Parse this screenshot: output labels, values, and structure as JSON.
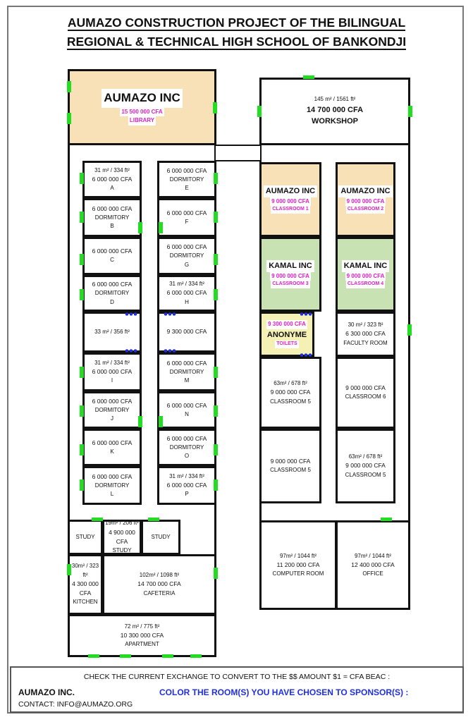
{
  "title": {
    "line1": "AUMAZO CONSTRUCTION PROJECT OF THE BILINGUAL",
    "line2": "REGIONAL & TECHNICAL HIGH SCHOOL OF BANKONDJI"
  },
  "colors": {
    "sponsored_aumazo": "#f8e1b6",
    "sponsored_kamal": "#c8e2b4",
    "sponsored_anonyme": "#f5f1b4",
    "price_accent": "#e020c8",
    "blue_text": "#1f2fe0"
  },
  "rooms": {
    "library": {
      "sponsor": "AUMAZO INC",
      "price": "15 500 000 CFA",
      "name": "LIBRARY"
    },
    "workshop": {
      "area": "145 m² / 1561 ft²",
      "price": "14 700 000 CFA",
      "name": "WORKSHOP"
    },
    "dorm_a": {
      "area": "31 m² / 334 ft²",
      "price": "6 000 000 CFA",
      "letter": "A"
    },
    "dorm_b": {
      "price": "6 000 000 CFA",
      "name": "DORMITORY",
      "letter": "B"
    },
    "dorm_c": {
      "price": "6 000 000 CFA",
      "letter": "C"
    },
    "dorm_d": {
      "price": "6 000 000 CFA",
      "name": "DORMITORY",
      "letter": "D"
    },
    "dorm_e": {
      "price": "6 000 000 CFA",
      "name": "DORMITORY",
      "letter": "E"
    },
    "dorm_f": {
      "price": "6 000 000 CFA",
      "letter": "F"
    },
    "dorm_g": {
      "price": "6 000 000 CFA",
      "name": "DORMITORY",
      "letter": "G"
    },
    "dorm_h": {
      "area": "31 m² / 334 ft²",
      "price": "6 000 000 CFA",
      "letter": "H"
    },
    "toilet_left": {
      "area": "33 m² / 356 ft²"
    },
    "toilet_right": {
      "price": "9 300 000 CFA"
    },
    "dorm_i": {
      "area": "31 m² / 334 ft²",
      "price": "6 000 000 CFA",
      "letter": "I"
    },
    "dorm_j": {
      "price": "6 000 000 CFA",
      "name": "DORMITORY",
      "letter": "J"
    },
    "dorm_k": {
      "price": "6 000 000 CFA",
      "letter": "K"
    },
    "dorm_l": {
      "price": "6 000 000 CFA",
      "name": "DORMITORY",
      "letter": "L"
    },
    "dorm_m": {
      "price": "6 000 000 CFA",
      "name": "DORMITORY",
      "letter": "M"
    },
    "dorm_n": {
      "price": "6 000 000 CFA",
      "letter": "N"
    },
    "dorm_o": {
      "price": "6 000 000 CFA",
      "name": "DORMITORY",
      "letter": "O"
    },
    "dorm_p": {
      "area": "31 m² / 334 ft²",
      "price": "6 000 000 CFA",
      "letter": "P"
    },
    "classroom1": {
      "sponsor": "AUMAZO INC",
      "price": "9 000 000 CFA",
      "name": "CLASSROOM 1"
    },
    "classroom2": {
      "sponsor": "AUMAZO INC",
      "price": "9 000 000 CFA",
      "name": "CLASSROOM 2"
    },
    "classroom3": {
      "sponsor": "KAMAL INC",
      "price": "9 000 000 CFA",
      "name": "CLASSROOM 3"
    },
    "classroom4": {
      "sponsor": "KAMAL INC",
      "price": "9 000 000 CFA",
      "name": "CLASSROOM 4"
    },
    "toilets_anon": {
      "price": "9 300 000 CFA",
      "sponsor": "ANONYME",
      "name": "TOILETS"
    },
    "faculty": {
      "area": "30 m² / 323 ft²",
      "price": "6 300 000 CFA",
      "name": "FACULTY ROOM"
    },
    "classroom5a": {
      "area": "63m² / 678 ft²",
      "price": "9 000 000 CFA",
      "name": "CLASSROOM 5"
    },
    "classroom6": {
      "price": "9 000 000 CFA",
      "name": "CLASSROOM 6"
    },
    "classroom5b": {
      "price": "9 000 000 CFA",
      "name": "CLASSROOM 5"
    },
    "classroom5c": {
      "area": "63m² / 678 ft²",
      "price": "9 000 000 CFA",
      "name": "CLASSROOM 5"
    },
    "study1": {
      "name": "STUDY"
    },
    "study2": {
      "area": "19m² / 206 ft²",
      "price": "4 900 000 CFA",
      "name": "STUDY"
    },
    "study3": {
      "name": "STUDY"
    },
    "kitchen": {
      "area": "30m² / 323 ft²",
      "price": "4 300 000 CFA",
      "name": "KITCHEN"
    },
    "cafeteria": {
      "area": "102m² / 1098 ft²",
      "price": "14 700 000 CFA",
      "name": "CAFETERIA"
    },
    "apartment": {
      "area": "72 m² / 775 ft²",
      "price": "10 300 000 CFA",
      "name": "APARTMENT"
    },
    "computer": {
      "area": "97m² / 1044 ft²",
      "price": "11 200 000 CFA",
      "name": "COMPUTER ROOM"
    },
    "office": {
      "area": "97m² / 1044 ft²",
      "price": "12 400 000 CFA",
      "name": "OFFICE"
    }
  },
  "footer": {
    "exchange_note": "CHECK THE CURRENT EXCHANGE TO CONVERT TO THE $$ AMOUNT   $1 = CFA BEAC :",
    "company": "AUMAZO INC.",
    "contact": "CONTACT:  INFO@AUMAZO.ORG",
    "instruction": "COLOR THE ROOM(S)  YOU HAVE CHOSEN TO SPONSOR(S) :"
  }
}
